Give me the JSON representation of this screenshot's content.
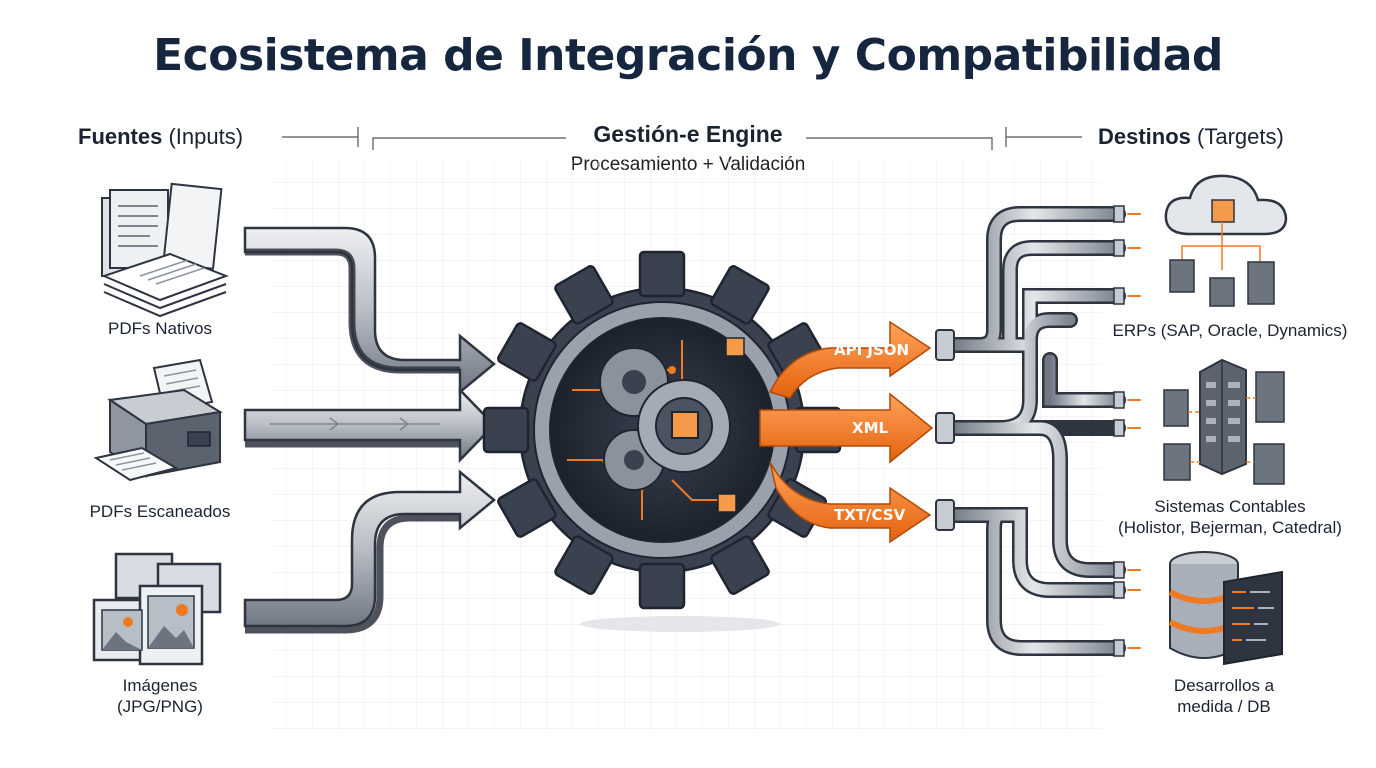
{
  "title": "Ecosistema de Integración y Compatibilidad",
  "columns": {
    "inputs": {
      "bold": "Fuentes",
      "rest": " (Inputs)"
    },
    "engine": {
      "title": "Gestión-e Engine",
      "subtitle": "Procesamiento + Validación"
    },
    "targets": {
      "bold": "Destinos",
      "rest": " (Targets)"
    }
  },
  "sources": [
    {
      "label": "PDFs Nativos",
      "icon": "document-stack-icon"
    },
    {
      "label": "PDFs Escaneados",
      "icon": "printer-scanner-icon"
    },
    {
      "label_line1": "Imágenes",
      "label_line2": "(JPG/PNG)",
      "icon": "image-files-icon"
    }
  ],
  "outputs": [
    {
      "label": "API JSON"
    },
    {
      "label": "XML"
    },
    {
      "label": "TXT/CSV"
    }
  ],
  "targets": [
    {
      "label": "ERPs (SAP, Oracle, Dynamics)",
      "icon": "cloud-servers-icon"
    },
    {
      "label_line1": "Sistemas Contables",
      "label_line2": "(Holistor, Bejerman, Catedral)",
      "icon": "building-servers-icon"
    },
    {
      "label_line1": "Desarrollos a",
      "label_line2": "medida / DB",
      "icon": "database-code-icon"
    }
  ],
  "colors": {
    "accent": "#f07a22",
    "title": "#16263f",
    "steel": "#8e96a0",
    "dark": "#3a4250"
  }
}
